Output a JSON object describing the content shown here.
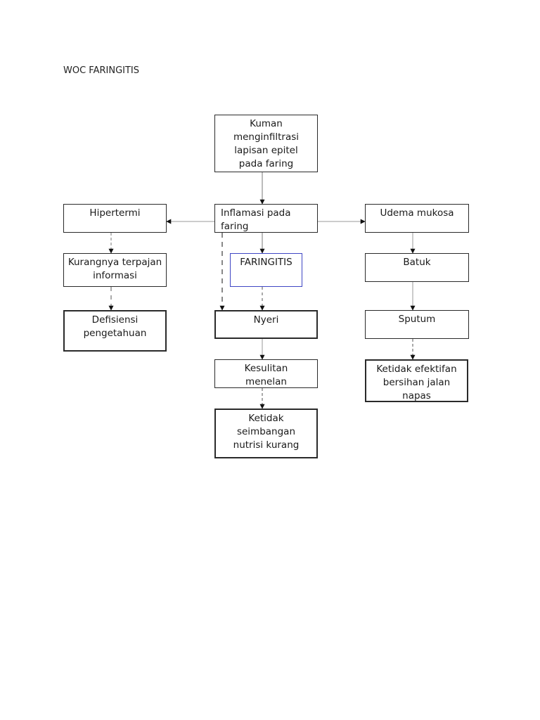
{
  "document": {
    "title": "WOC FARINGITIS"
  },
  "nodes": {
    "kuman": "Kuman menginfiltrasi lapisan epitel pada faring",
    "hipertermi": "Hipertermi",
    "inflamasi": "Inflamasi pada faring",
    "udema": "Udema mukosa",
    "kurangnya": "Kurangnya terpajan informasi",
    "faringitis": "FARINGITIS",
    "batuk": "Batuk",
    "defisiensi": "Defisiensi pengetahuan",
    "nyeri": "Nyeri",
    "sputum": "Sputum",
    "kesulitan": "Kesulitan menelan",
    "ketidak_efektifan": "Ketidak efektifan bersihan jalan napas",
    "ketidak_seimbangan": "Ketidak seimbangan nutrisi kurang"
  },
  "colors": {
    "line": "#555555",
    "arrow": "#111111",
    "border": "#2a2a2a",
    "faringitis_border": "#3f46c4"
  }
}
